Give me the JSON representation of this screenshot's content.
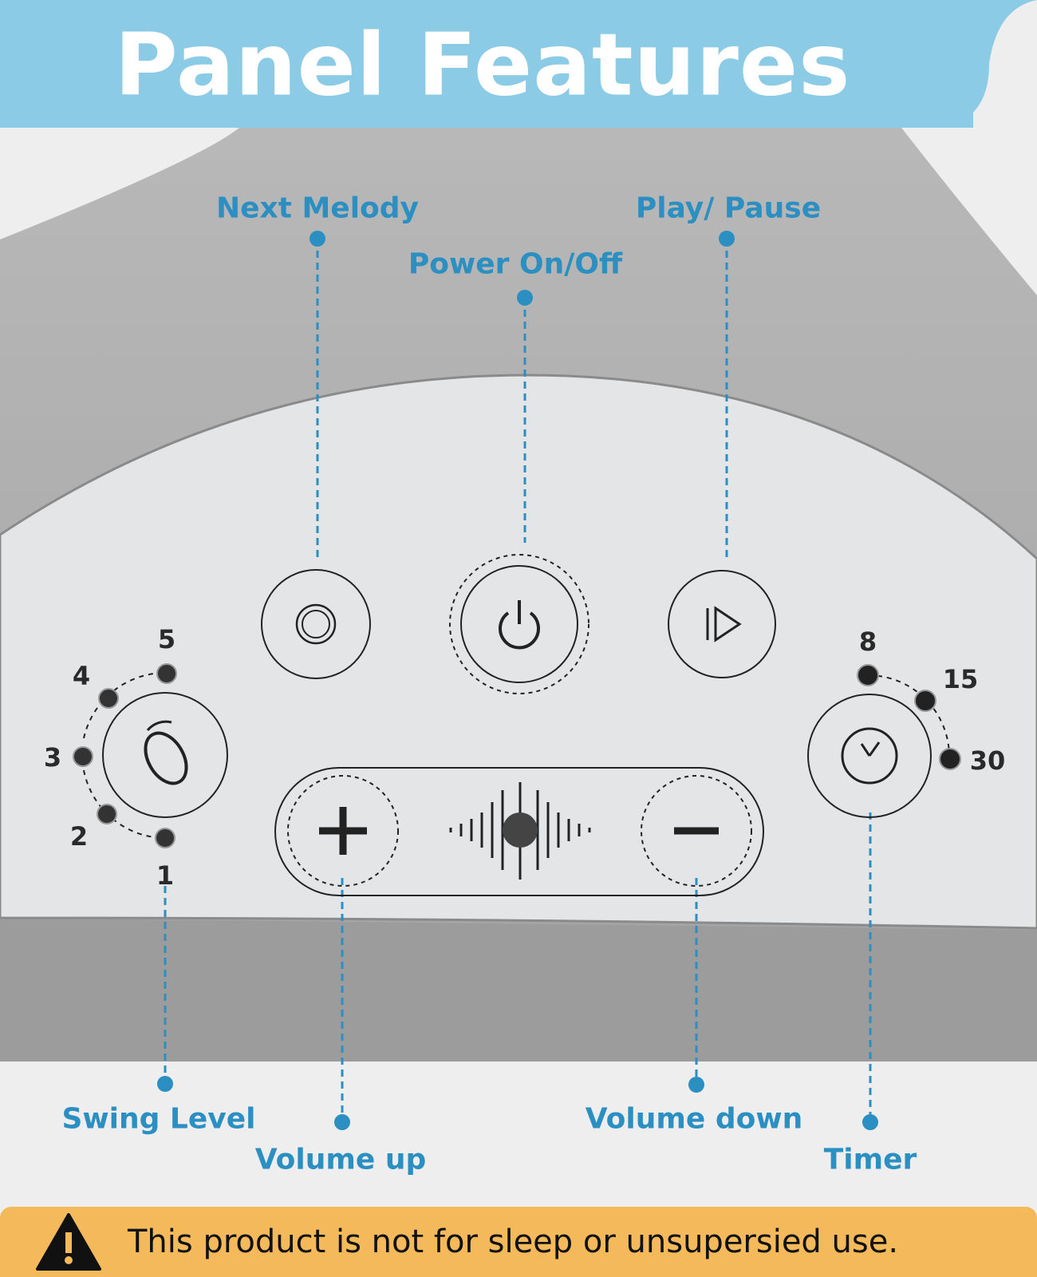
{
  "title": "Panel Features",
  "labels": {
    "next_melody": "Next Melody",
    "power": "Power On/Off",
    "play_pause": "Play/ Pause",
    "swing_level": "Swing Level",
    "volume_up": "Volume up",
    "volume_down": "Volume down",
    "timer": "Timer"
  },
  "swing_levels": [
    "1",
    "2",
    "3",
    "4",
    "5"
  ],
  "timer_options": [
    "8",
    "15",
    "30"
  ],
  "warning": "This product is not for sleep or unsupersied use.",
  "colors": {
    "accent": "#2b8fc2",
    "banner": "#8ccbe6",
    "warning": "#f3b95a"
  }
}
